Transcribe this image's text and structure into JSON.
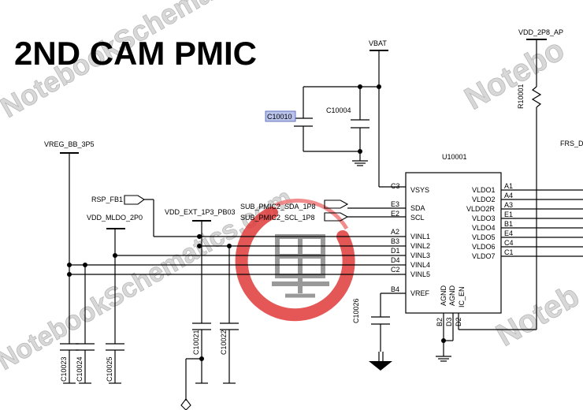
{
  "title": "2ND CAM PMIC",
  "watermark": {
    "text_1": "NotebookSchematics.com",
    "text_2": "Notebo",
    "text_3": "Noteb",
    "text_4": "NotebookSchematics.com",
    "color": "#d8d8d8",
    "logo_color": "#e03a3a"
  },
  "power_labels": {
    "vbat": "VBAT",
    "vdd_2p8_ap": "VDD_2P8_AP",
    "vreg_bb_3p5": "VREG_BB_3P5",
    "vdd_mldo_2p0": "VDD_MLDO_2P0",
    "vdd_ext_1p3_pb03": "VDD_EXT_1P3_PB03"
  },
  "nets": {
    "rsp_fb1": "RSP_FB1",
    "sda": "SUB_PMIC2_SDA_1P8",
    "scl": "SUB_PMIC2_SCL_1P8",
    "frs": "FRS_D"
  },
  "components": {
    "c10010": "C10010",
    "c10004": "C10004",
    "r10001": "R10001",
    "u10001": "U10001",
    "c10026": "C10026",
    "c10023": "C10023",
    "c10024": "C10024",
    "c10025": "C10025",
    "c10021": "C10021",
    "c10022": "C10022",
    "highlight_color": "#b9c3ec"
  },
  "ic": {
    "left_pins": [
      {
        "num": "C3",
        "name": "VSYS"
      },
      {
        "num": "E3",
        "name": "SDA"
      },
      {
        "num": "E2",
        "name": "SCL"
      },
      {
        "num": "A2",
        "name": "VINL1"
      },
      {
        "num": "B3",
        "name": "VINL2"
      },
      {
        "num": "D1",
        "name": "VINL3"
      },
      {
        "num": "D4",
        "name": "VINL4"
      },
      {
        "num": "C2",
        "name": "VINL5"
      },
      {
        "num": "B4",
        "name": "VREF"
      }
    ],
    "right_pins": [
      {
        "num": "A1",
        "name": "VLDO1"
      },
      {
        "num": "A4",
        "name": "VLDO2"
      },
      {
        "num": "A3",
        "name": "VLDO2R"
      },
      {
        "num": "E1",
        "name": "VLDO3"
      },
      {
        "num": "B1",
        "name": "VLDO4"
      },
      {
        "num": "E4",
        "name": "VLDO5"
      },
      {
        "num": "C4",
        "name": "VLDO6"
      },
      {
        "num": "C1",
        "name": "VLDO7"
      }
    ],
    "bottom_pins": [
      {
        "num": "B2",
        "name": "AGND"
      },
      {
        "num": "D3",
        "name": "AGND"
      },
      {
        "num": "D2",
        "name": "IC_EN"
      }
    ]
  }
}
